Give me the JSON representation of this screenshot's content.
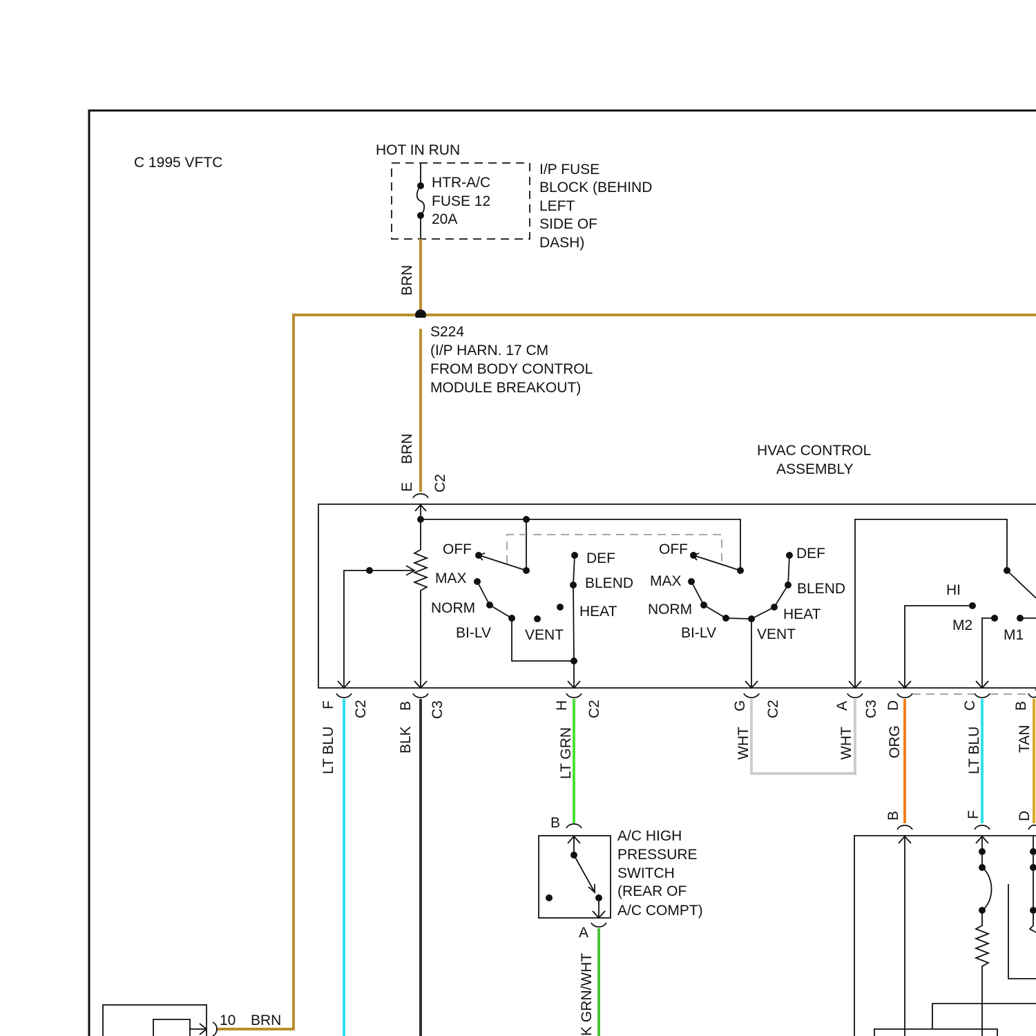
{
  "diagram_id": "C  1995 VFTC",
  "power": {
    "source": "HOT IN RUN",
    "fuse_lines": [
      "HTR-A/C",
      "FUSE 12",
      "20A"
    ],
    "fuse_block_lines": [
      "I/P FUSE",
      "BLOCK (BEHIND",
      "LEFT",
      "SIDE OF",
      "DASH)"
    ]
  },
  "splice": {
    "lines": [
      "S224",
      "(I/P HARN. 17 CM",
      "FROM BODY CONTROL",
      "MODULE BREAKOUT)"
    ]
  },
  "hvac": {
    "title_lines": [
      "HVAC CONTROL",
      "ASSEMBLY"
    ],
    "top_pin": "E",
    "top_connector": "C2",
    "mode_switch_left": [
      "OFF",
      "MAX",
      "NORM",
      "BI-LV",
      "VENT",
      "DEF",
      "BLEND",
      "HEAT"
    ],
    "mode_switch_right": [
      "OFF",
      "MAX",
      "NORM",
      "BI-LV",
      "VENT",
      "DEF",
      "BLEND",
      "HEAT"
    ],
    "blower_positions": [
      "HI",
      "M2",
      "M1"
    ]
  },
  "wire_colors": {
    "brn": "#b8902e",
    "lt_blu": "#33e0ee",
    "blk": "#333333",
    "lt_grn": "#4be03a",
    "wht": "#cccccc",
    "org": "#f07f1a",
    "tan": "#d9a82c",
    "grn_wht": "#4bc43a"
  },
  "wire_labels": {
    "brn_top": "BRN",
    "brn_mid": "BRN",
    "brn_bottom": "BRN",
    "lt_blu_f": "LT BLU",
    "blk_b": "BLK",
    "lt_grn_h": "LT GRN",
    "wht_g": "WHT",
    "wht_a": "WHT",
    "org_d": "ORG",
    "lt_blu_c": "LT BLU",
    "tan_b": "TAN",
    "grn_wht": "K GRN/WHT"
  },
  "hvac_pins": [
    {
      "pin": "F",
      "connector": "C2"
    },
    {
      "pin": "B",
      "connector": "C3"
    },
    {
      "pin": "H",
      "connector": "C2"
    },
    {
      "pin": "G",
      "connector": "C2"
    },
    {
      "pin": "A",
      "connector": "C3"
    },
    {
      "pin": "D",
      "connector": ""
    },
    {
      "pin": "C",
      "connector": ""
    },
    {
      "pin": "B",
      "connector": ""
    }
  ],
  "lower_pins": {
    "b": "B",
    "f": "F",
    "d": "D"
  },
  "pressure_switch": {
    "pin_top": "B",
    "pin_bottom": "A",
    "lines": [
      "A/C HIGH",
      "PRESSURE",
      "SWITCH",
      "(REAR OF",
      "A/C COMPT)"
    ]
  },
  "bottom_connector": {
    "pin": "10",
    "wire": "BRN"
  }
}
